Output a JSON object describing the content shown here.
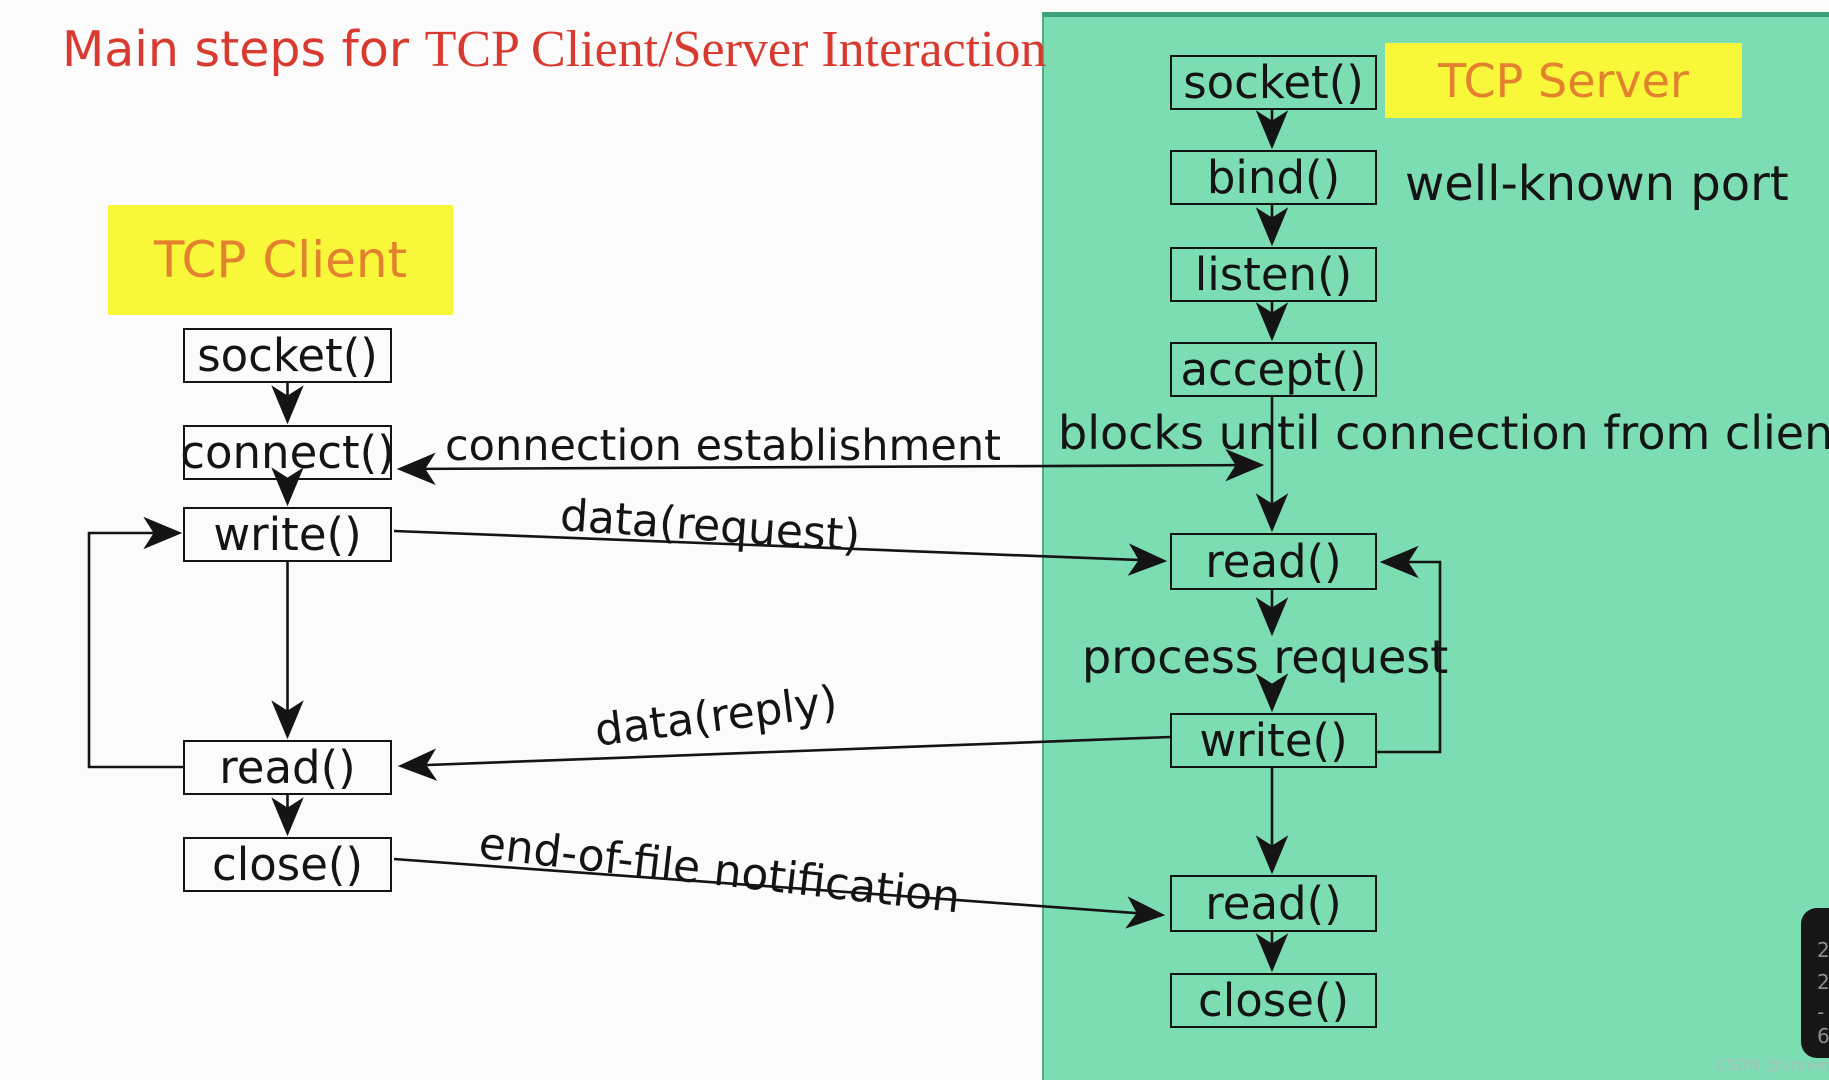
{
  "title": {
    "prefix": "Main steps for ",
    "suffix": "TCP Client/Server Interaction"
  },
  "client": {
    "label": "TCP Client",
    "boxes": [
      "socket()",
      "connect()",
      "write()",
      "read()",
      "close()"
    ]
  },
  "server": {
    "label": "TCP Server",
    "boxes": [
      "socket()",
      "bind()",
      "listen()",
      "accept()",
      "read()",
      "write()",
      "read()",
      "close()"
    ]
  },
  "annotations": {
    "well_known_port": "well-known port",
    "blocks_until": "blocks until connection from client",
    "process_request": "process request",
    "connection_establishment": "connection establishment",
    "data_request": "data(request)",
    "data_reply": "data(reply)",
    "end_of_file": "end-of-file notification"
  },
  "watermark": "CSDN @srevens",
  "corner_overlay": {
    "glyphs": [
      "2",
      "2",
      "-",
      "6"
    ]
  },
  "colors": {
    "background": "#fbfbfb",
    "panel_green": "#7cdcb2",
    "panel_border_green": "#3da07a",
    "highlight_yellow": "#f8f73a",
    "label_orange": "#e2822e",
    "title_red": "#d93a30",
    "line_black": "#141414",
    "watermark_gray": "#a9bfb3"
  }
}
